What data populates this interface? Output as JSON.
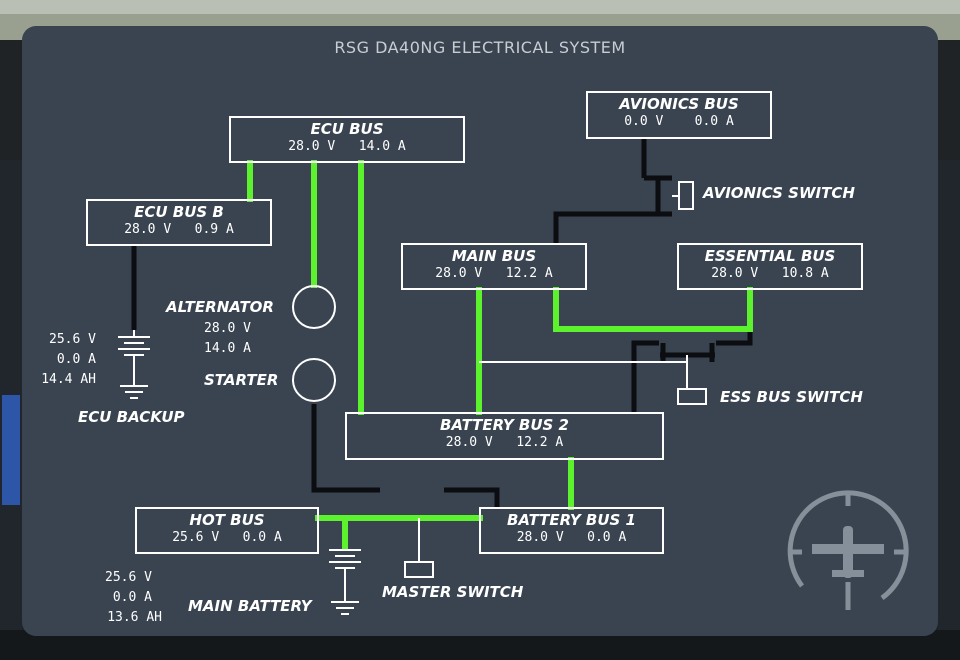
{
  "title": "RSG DA40NG ELECTRICAL SYSTEM",
  "colors": {
    "panel": "#3a4451",
    "active_wire": "#5df22e",
    "inactive_wire": "#0b0d10",
    "line": "#ffffff"
  },
  "buses": {
    "ecu_bus": {
      "name": "ECU BUS",
      "values": "28.0 V   14.0 A"
    },
    "ecu_bus_b": {
      "name": "ECU BUS B",
      "values": "28.0 V   0.9 A"
    },
    "avionics_bus": {
      "name": "AVIONICS BUS",
      "values": "0.0 V    0.0 A"
    },
    "main_bus": {
      "name": "MAIN BUS",
      "values": "28.0 V   12.2 A"
    },
    "essential_bus": {
      "name": "ESSENTIAL BUS",
      "values": "28.0 V   10.8 A"
    },
    "battery_bus_2": {
      "name": "BATTERY BUS 2",
      "values": "28.0 V   12.2 A"
    },
    "hot_bus": {
      "name": "HOT BUS",
      "values": "25.6 V   0.0 A"
    },
    "battery_bus_1": {
      "name": "BATTERY BUS 1",
      "values": "28.0 V   0.0 A"
    }
  },
  "components": {
    "alternator": {
      "label": "ALTERNATOR",
      "voltage": "28.0 V",
      "current": "14.0 A"
    },
    "starter": {
      "label": "STARTER"
    },
    "ecu_backup": {
      "label": "ECU BACKUP",
      "voltage": "25.6 V",
      "current": "0.0 A",
      "capacity": "14.4 AH"
    },
    "main_battery": {
      "label": "MAIN BATTERY",
      "voltage": "25.6 V",
      "current": "0.0 A",
      "capacity": "13.6 AH"
    }
  },
  "switches": {
    "avionics": {
      "label": "AVIONICS SWITCH"
    },
    "ess_bus": {
      "label": "ESS BUS SWITCH"
    },
    "master": {
      "label": "MASTER SWITCH"
    }
  },
  "logo_icon": "airplane-compass-icon"
}
